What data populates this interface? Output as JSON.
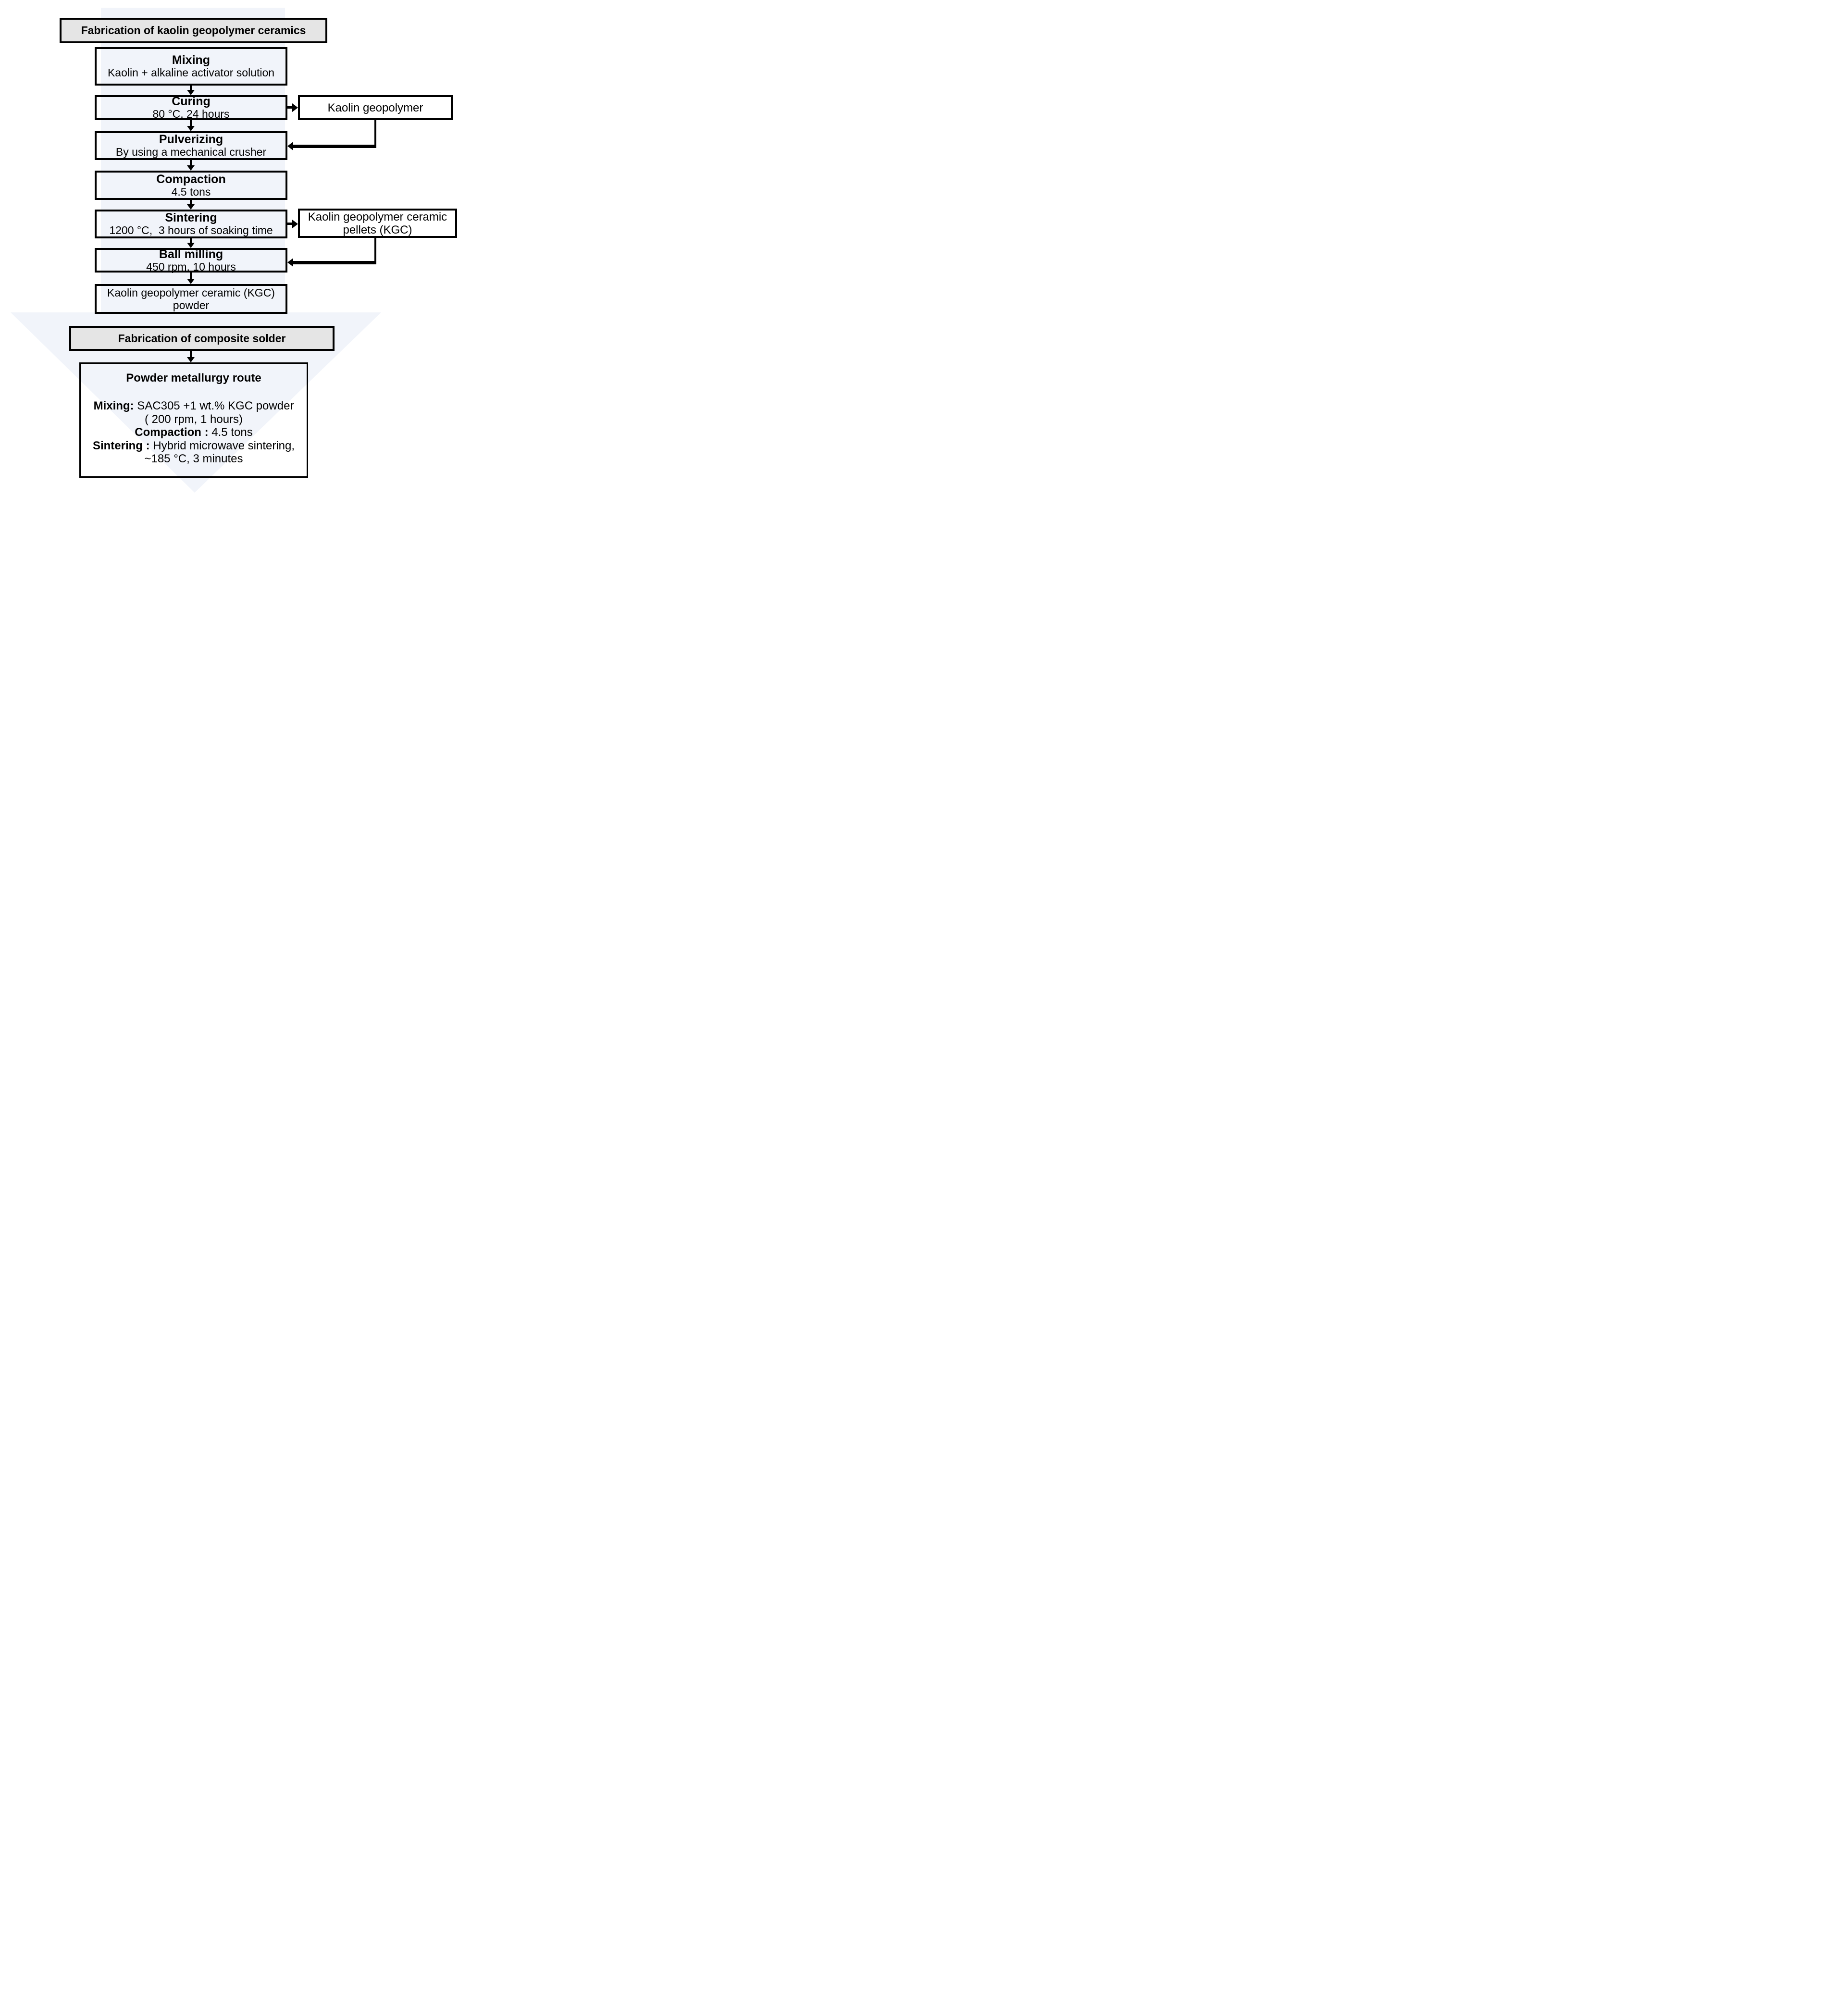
{
  "colors": {
    "header_fill": "#e5e5e5",
    "background_band": "#f1f4fa",
    "box_border": "#000000",
    "page_bg": "#ffffff"
  },
  "section1": {
    "header": "Fabrication of kaolin geopolymer ceramics",
    "steps": [
      {
        "title": "Mixing",
        "detail": "Kaolin + alkaline activator solution"
      },
      {
        "title": "Curing",
        "detail": "80 °C, 24 hours"
      },
      {
        "title": "Pulverizing",
        "detail": "By using a mechanical crusher"
      },
      {
        "title": "Compaction",
        "detail": "4.5 tons"
      },
      {
        "title": "Sintering",
        "detail": "1200 °C,  3 hours of soaking time"
      },
      {
        "title": "Ball milling",
        "detail": "450 rpm, 10 hours"
      }
    ],
    "result_box": {
      "line1": "Kaolin geopolymer ceramic (KGC)",
      "line2": "powder"
    },
    "side_boxes": [
      {
        "line1": "Kaolin geopolymer",
        "line2": ""
      },
      {
        "line1": "Kaolin geopolymer ceramic",
        "line2": "pellets (KGC)"
      }
    ]
  },
  "section2": {
    "header": "Fabrication of composite solder",
    "route_box": {
      "heading": "Powder metallurgy route",
      "lines": [
        {
          "label": "Mixing:",
          "text": " SAC305 +1 wt.% KGC powder"
        },
        {
          "label": "",
          "text": "( 200 rpm, 1 hours)"
        },
        {
          "label": "Compaction :",
          "text": " 4.5 tons"
        },
        {
          "label": "Sintering :",
          "text": " Hybrid microwave sintering,"
        },
        {
          "label": "",
          "text": "~185 °C, 3 minutes"
        }
      ]
    }
  }
}
